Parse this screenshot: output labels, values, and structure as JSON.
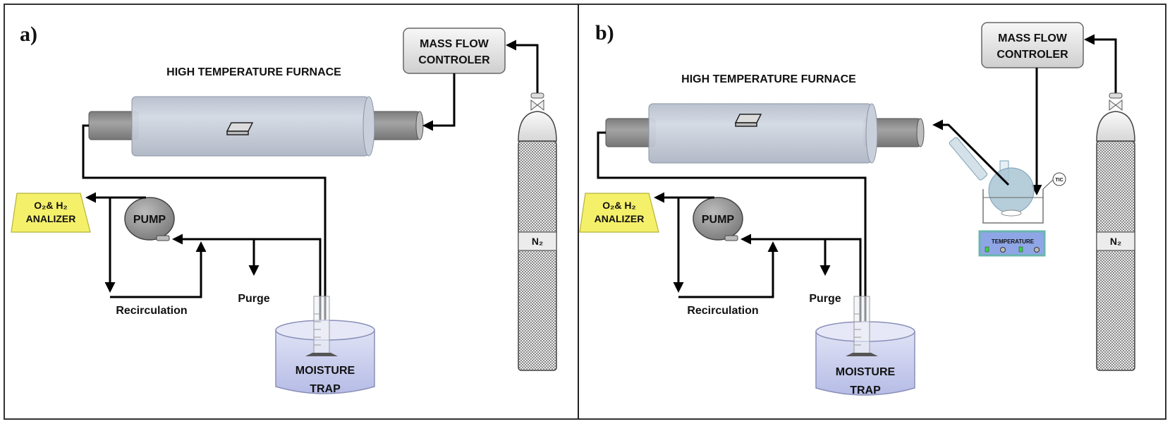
{
  "figure": {
    "panels": [
      {
        "id": "a",
        "letter": "a)",
        "furnace_label": "HIGH TEMPERATURE FURNACE",
        "mfc_label_line1": "MASS FLOW",
        "mfc_label_line2": "CONTROLER",
        "analyzer_label_line1": "O₂& H₂",
        "analyzer_label_line2": "ANALIZER",
        "pump_label": "PUMP",
        "recirculation_label": "Recirculation",
        "purge_label": "Purge",
        "trap_label_line1": "MOISTURE",
        "trap_label_line2": "TRAP",
        "gas_label": "N₂",
        "has_bubbler": false
      },
      {
        "id": "b",
        "letter": "b)",
        "furnace_label": "HIGH TEMPERATURE FURNACE",
        "mfc_label_line1": "MASS FLOW",
        "mfc_label_line2": "CONTROLER",
        "analyzer_label_line1": "O₂& H₂",
        "analyzer_label_line2": "ANALIZER",
        "pump_label": "PUMP",
        "recirculation_label": "Recirculation",
        "purge_label": "Purge",
        "trap_label_line1": "MOISTURE",
        "trap_label_line2": "TRAP",
        "gas_label": "N₂",
        "has_bubbler": true,
        "bubbler_heater_label": "TEMPERATURE",
        "bubbler_tic_label": "TIC"
      }
    ],
    "colors": {
      "furnace_body": "#c3cad6",
      "furnace_cap": "#8c8c8c",
      "mfc_box": "#e2e2e2",
      "analyzer": "#f5f06a",
      "pump": "#9a9a9a",
      "trap_water": "#c9cdec",
      "cylinder": "#eeeeee",
      "bubbler_liquid": "#a9c4d4",
      "heater": "#8fa6e6",
      "heater_rim": "#69b6b0",
      "led": "#35d33d"
    }
  }
}
